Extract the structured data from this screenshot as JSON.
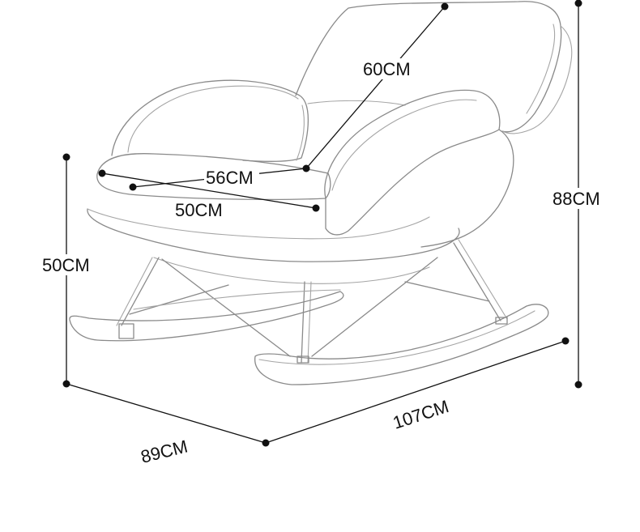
{
  "dimensions": {
    "back_depth": "60CM",
    "seat_width": "56CM",
    "seat_depth": "50CM",
    "overall_height": "88CM",
    "seat_height": "50CM",
    "overall_depth": "89CM",
    "overall_width": "107CM"
  },
  "colors": {
    "dimension": "#111111",
    "outline": "#8a8a8a",
    "background": "#ffffff"
  }
}
